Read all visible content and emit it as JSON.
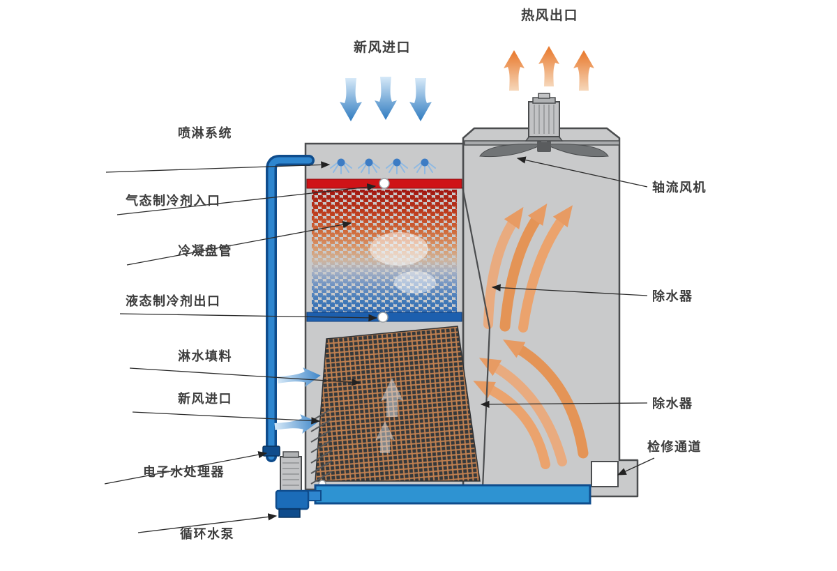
{
  "diagram": {
    "type": "evaporative-condenser-cooling-tower-schematic",
    "labels": {
      "hot_air_outlet": "热风出口",
      "fresh_air_inlet_top": "新风进口",
      "spray_system": "喷淋系统",
      "gas_refrigerant_inlet": "气态制冷剂入口",
      "condenser_coil": "冷凝盘管",
      "liquid_refrigerant_outlet": "液态制冷剂出口",
      "water_fill": "淋水填料",
      "fresh_air_inlet_side": "新风进口",
      "electronic_water_treater": "电子水处理器",
      "circulating_water_pump": "循环水泵",
      "axial_fan": "轴流风机",
      "drift_eliminator_upper": "除水器",
      "drift_eliminator_lower": "除水器",
      "service_access": "检修通道"
    },
    "colors": {
      "body_gray": "#c9cacb",
      "outline": "#4a4c4e",
      "header_red": "#cf1317",
      "footer_blue": "#1d5fae",
      "basin_blue": "#2e93d2",
      "pipe_blue": "#2e86cf",
      "pipe_blue_dark": "#0f4c8c",
      "hot_air_orange": "#e8873c",
      "cool_air_blue": "#3f86c8"
    }
  }
}
